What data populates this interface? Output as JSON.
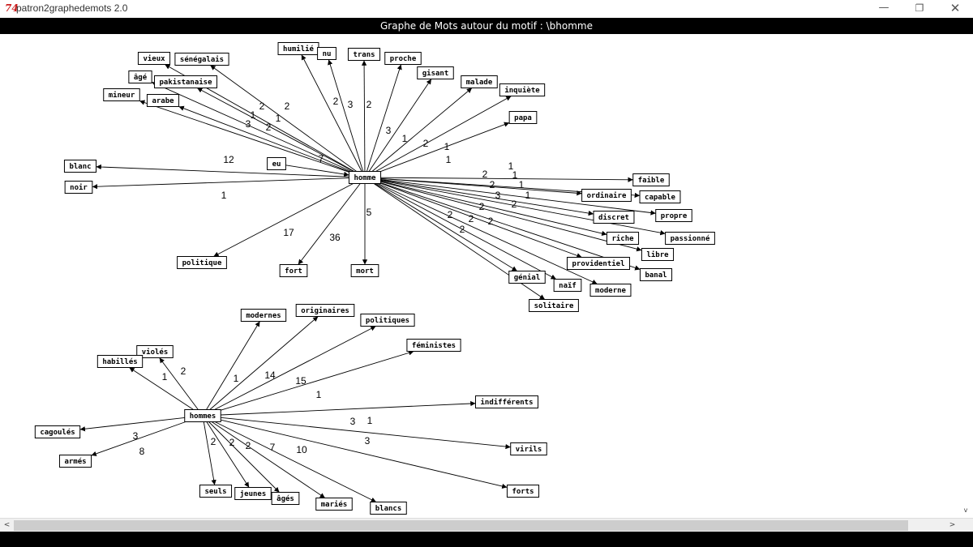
{
  "window": {
    "icon_glyph": "74",
    "title": "patron2graphedemots 2.0",
    "minimize_glyph": "—",
    "maximize_glyph": "❐",
    "close_glyph": "✕"
  },
  "banner": {
    "title": "Graphe de Mots autour du motif : \\bhomme"
  },
  "scrollbar": {
    "left_glyph": "<",
    "right_glyph": ">",
    "down_glyph": "v"
  },
  "colors": {
    "node_border": "#000000",
    "edge": "#000000",
    "text": "#000000",
    "banner_bg": "#000000"
  },
  "graph": {
    "nodes": [
      {
        "id": "homme",
        "label": "homme"
      },
      {
        "id": "vieux",
        "label": "vieux"
      },
      {
        "id": "senegalais",
        "label": "sénégalais"
      },
      {
        "id": "humilie",
        "label": "humilié"
      },
      {
        "id": "nu",
        "label": "nu"
      },
      {
        "id": "trans",
        "label": "trans"
      },
      {
        "id": "proche",
        "label": "proche"
      },
      {
        "id": "gisant",
        "label": "gisant"
      },
      {
        "id": "malade",
        "label": "malade"
      },
      {
        "id": "inquiete",
        "label": "inquiète"
      },
      {
        "id": "papa",
        "label": "papa"
      },
      {
        "id": "age",
        "label": "âgé"
      },
      {
        "id": "pakistanaise",
        "label": "pakistanaise"
      },
      {
        "id": "mineur",
        "label": "mineur"
      },
      {
        "id": "arabe",
        "label": "arabe"
      },
      {
        "id": "blanc",
        "label": "blanc"
      },
      {
        "id": "eu",
        "label": "eu"
      },
      {
        "id": "noir",
        "label": "noir"
      },
      {
        "id": "faible",
        "label": "faible"
      },
      {
        "id": "ordinaire",
        "label": "ordinaire"
      },
      {
        "id": "capable",
        "label": "capable"
      },
      {
        "id": "discret",
        "label": "discret"
      },
      {
        "id": "propre",
        "label": "propre"
      },
      {
        "id": "riche",
        "label": "riche"
      },
      {
        "id": "passionne",
        "label": "passionné"
      },
      {
        "id": "libre",
        "label": "libre"
      },
      {
        "id": "providentiel",
        "label": "providentiel"
      },
      {
        "id": "banal",
        "label": "banal"
      },
      {
        "id": "genial",
        "label": "génial"
      },
      {
        "id": "naif",
        "label": "naïf"
      },
      {
        "id": "moderne",
        "label": "moderne"
      },
      {
        "id": "solitaire",
        "label": "solitaire"
      },
      {
        "id": "politique",
        "label": "politique"
      },
      {
        "id": "fort",
        "label": "fort"
      },
      {
        "id": "mort",
        "label": "mort"
      },
      {
        "id": "hommes",
        "label": "hommes"
      },
      {
        "id": "modernes",
        "label": "modernes"
      },
      {
        "id": "originaires",
        "label": "originaires"
      },
      {
        "id": "politiques",
        "label": "politiques"
      },
      {
        "id": "feministes",
        "label": "féministes"
      },
      {
        "id": "violes",
        "label": "violés"
      },
      {
        "id": "habilles",
        "label": "habillés"
      },
      {
        "id": "indifferents",
        "label": "indifférents"
      },
      {
        "id": "cagoules",
        "label": "cagoulés"
      },
      {
        "id": "armes",
        "label": "armés"
      },
      {
        "id": "virils",
        "label": "virils"
      },
      {
        "id": "forts",
        "label": "forts"
      },
      {
        "id": "seuls",
        "label": "seuls"
      },
      {
        "id": "jeunes",
        "label": "jeunes"
      },
      {
        "id": "ages",
        "label": "âgés"
      },
      {
        "id": "maries",
        "label": "mariés"
      },
      {
        "id": "blancs",
        "label": "blancs"
      }
    ],
    "edges": [
      {
        "from": "homme",
        "to": "vieux"
      },
      {
        "from": "homme",
        "to": "senegalais"
      },
      {
        "from": "homme",
        "to": "humilie"
      },
      {
        "from": "homme",
        "to": "nu"
      },
      {
        "from": "homme",
        "to": "trans"
      },
      {
        "from": "homme",
        "to": "proche"
      },
      {
        "from": "homme",
        "to": "gisant"
      },
      {
        "from": "homme",
        "to": "malade"
      },
      {
        "from": "homme",
        "to": "inquiete"
      },
      {
        "from": "homme",
        "to": "papa"
      },
      {
        "from": "homme",
        "to": "age"
      },
      {
        "from": "homme",
        "to": "pakistanaise"
      },
      {
        "from": "homme",
        "to": "mineur"
      },
      {
        "from": "homme",
        "to": "arabe"
      },
      {
        "from": "homme",
        "to": "blanc"
      },
      {
        "from": "eu",
        "to": "homme"
      },
      {
        "from": "homme",
        "to": "noir"
      },
      {
        "from": "homme",
        "to": "faible"
      },
      {
        "from": "homme",
        "to": "ordinaire"
      },
      {
        "from": "homme",
        "to": "capable"
      },
      {
        "from": "homme",
        "to": "discret"
      },
      {
        "from": "homme",
        "to": "propre"
      },
      {
        "from": "homme",
        "to": "riche"
      },
      {
        "from": "homme",
        "to": "passionne"
      },
      {
        "from": "homme",
        "to": "libre"
      },
      {
        "from": "homme",
        "to": "providentiel"
      },
      {
        "from": "homme",
        "to": "banal"
      },
      {
        "from": "homme",
        "to": "genial"
      },
      {
        "from": "homme",
        "to": "naif"
      },
      {
        "from": "homme",
        "to": "moderne"
      },
      {
        "from": "homme",
        "to": "solitaire"
      },
      {
        "from": "homme",
        "to": "politique"
      },
      {
        "from": "homme",
        "to": "fort"
      },
      {
        "from": "homme",
        "to": "mort"
      },
      {
        "from": "hommes",
        "to": "modernes"
      },
      {
        "from": "hommes",
        "to": "originaires"
      },
      {
        "from": "hommes",
        "to": "politiques"
      },
      {
        "from": "hommes",
        "to": "feministes"
      },
      {
        "from": "hommes",
        "to": "violes"
      },
      {
        "from": "hommes",
        "to": "habilles"
      },
      {
        "from": "hommes",
        "to": "indifferents"
      },
      {
        "from": "hommes",
        "to": "cagoules"
      },
      {
        "from": "hommes",
        "to": "armes"
      },
      {
        "from": "hommes",
        "to": "virils"
      },
      {
        "from": "hommes",
        "to": "forts"
      },
      {
        "from": "hommes",
        "to": "seuls"
      },
      {
        "from": "hommes",
        "to": "jeunes"
      },
      {
        "from": "hommes",
        "to": "ages"
      },
      {
        "from": "hommes",
        "to": "maries"
      },
      {
        "from": "hommes",
        "to": "blancs"
      }
    ],
    "edge_labels": [
      "2",
      "2",
      "1",
      "1",
      "3",
      "2",
      "7",
      "12",
      "1",
      "2",
      "3",
      "2",
      "3",
      "1",
      "2",
      "1",
      "1",
      "2",
      "1",
      "1",
      "2",
      "1",
      "3",
      "1",
      "2",
      "2",
      "2",
      "2",
      "2",
      "2",
      "17",
      "36",
      "5",
      "1",
      "14",
      "15",
      "1",
      "2",
      "1",
      "3",
      "1",
      "3",
      "3",
      "8",
      "2",
      "2",
      "2",
      "7",
      "10"
    ]
  }
}
